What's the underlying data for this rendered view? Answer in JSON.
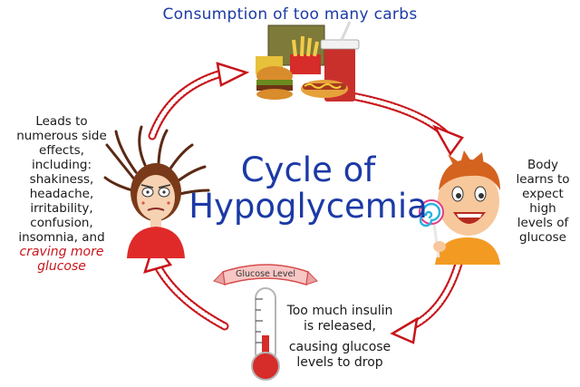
{
  "top_caption": "Consumption of too many carbs",
  "title": {
    "line1": "Cycle of",
    "line2": "Hypoglycemia"
  },
  "right_text": [
    "Body",
    "learns to",
    "expect",
    "high",
    "levels of",
    "glucose"
  ],
  "bottom_text": [
    "Too much insulin",
    "is released,",
    "causing glucose",
    "levels to drop"
  ],
  "left_text": {
    "lines": [
      "Leads to",
      "numerous side",
      "effects,",
      "including:",
      "shakiness,",
      "headache,",
      "irritability,",
      "confusion,",
      "insomnia, and"
    ],
    "emphasis": [
      "craving more",
      "glucose"
    ]
  },
  "thermometer_label": "Glucose Level",
  "colors": {
    "title_blue": "#1c3aa6",
    "arrow_red": "#c8151b",
    "emphasis_red": "#c8151b"
  },
  "icons": [
    "fast-food-icon",
    "stressed-woman-icon",
    "boy-with-lollipop-icon",
    "thermometer-icon"
  ]
}
